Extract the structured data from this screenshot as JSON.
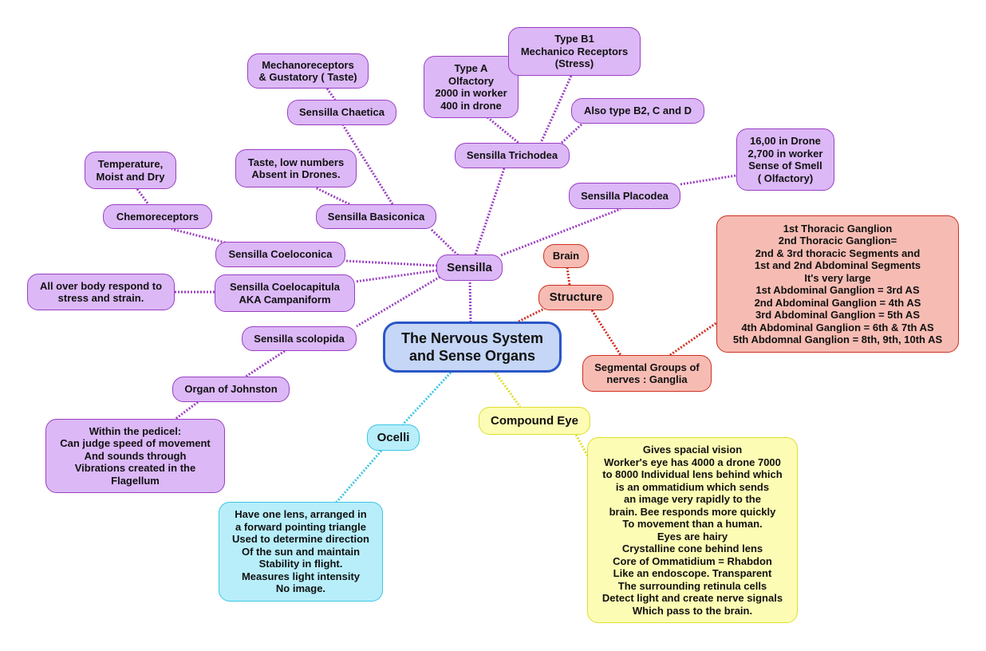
{
  "colors": {
    "purple_fill": "#dcb8f6",
    "purple_line": "#9b3fc4",
    "red_fill": "#f6bcb3",
    "red_line": "#cf2e22",
    "yellow_fill": "#fdfcb4",
    "yellow_line": "#dede2e",
    "cyan_fill": "#b7eefa",
    "cyan_line": "#3cc6e3",
    "central_fill": "#c5d6f7",
    "central_line": "#2a56c6"
  },
  "nodes": {
    "central": "The Nervous System\nand Sense Organs",
    "sensilla": "Sensilla",
    "structure": "Structure",
    "brain": "Brain",
    "segmental": "Segmental Groups of\nnerves : Ganglia",
    "ganglia": "1st Thoracic Ganglion\n2nd Thoracic Ganglion=\n2nd & 3rd thoracic Segments and\n1st and 2nd Abdominal Segments\nIt's very large\n1st Abdominal Ganglion = 3rd AS\n2nd Abdominal Ganglion = 4th AS\n3rd Abdominal Ganglion = 5th AS\n4th Abdominal Ganglion = 6th & 7th AS\n5th Abdomnal Ganglion = 8th, 9th, 10th AS",
    "compound_eye": "Compound Eye",
    "compound_text": "Gives spacial vision\nWorker's eye has 4000 a drone 7000\nto 8000 Individual lens behind which\nis an ommatidium which sends\nan image very rapidly to the\nbrain. Bee responds more quickly\nTo movement than a human.\nEyes are hairy\nCrystalline cone behind lens\nCore of Ommatidium = Rhabdon\nLike an endoscope. Transparent\nThe surrounding retinula cells\nDetect light and create nerve signals\nWhich pass to the brain.",
    "ocelli": "Ocelli",
    "ocelli_text": "Have one lens, arranged in\na forward pointing triangle\nUsed to determine direction\nOf the sun and maintain\nStability in flight.\nMeasures light intensity\nNo image.",
    "mechano_gust": "Mechanoreceptors\n& Gustatory ( Taste)",
    "chaetica": "Sensilla Chaetica",
    "type_a": "Type A\nOlfactory\n2000 in worker\n400 in drone",
    "type_b1": "Type B1\nMechanico Receptors\n(Stress)",
    "also_type": "Also type B2, C and D",
    "trichodea": "Sensilla Trichodea",
    "drone_smell": "16,00 in Drone\n2,700 in worker\nSense of Smell\n( Olfactory)",
    "placodea": "Sensilla Placodea",
    "temp": "Temperature,\nMoist and Dry",
    "taste_low": "Taste, low numbers\nAbsent in Drones.",
    "chemo": "Chemoreceptors",
    "basiconica": "Sensilla Basiconica",
    "coeloconica": "Sensilla Coeloconica",
    "all_over": "All over body respond to\nstress and strain.",
    "coelocapitula": "Sensilla Coelocapitula\nAKA Campaniform",
    "scolopida": "Sensilla scolopida",
    "johnston": "Organ of Johnston",
    "pedicel": "Within the pedicel:\nCan judge speed of movement\nAnd sounds through\nVibrations created in the\nFlagellum"
  }
}
